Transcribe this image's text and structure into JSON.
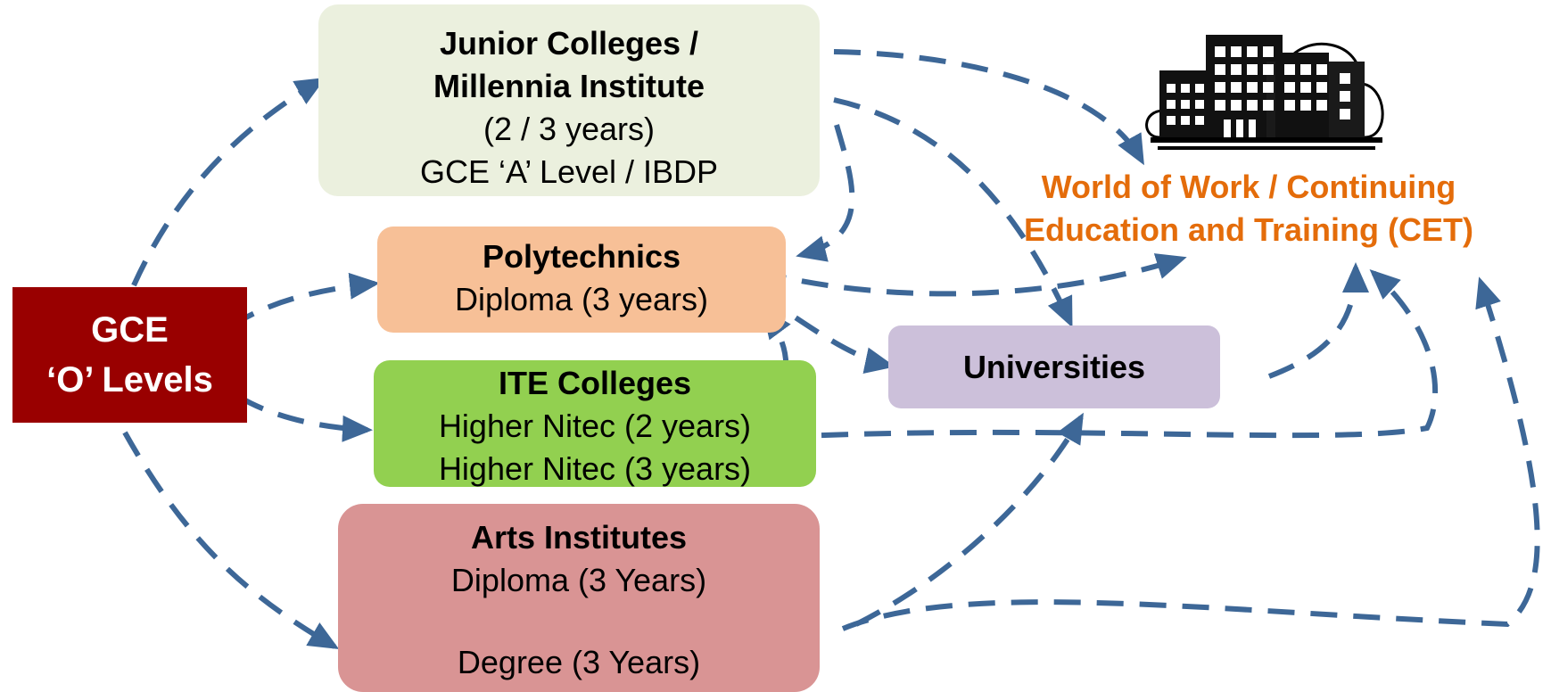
{
  "gce_o_levels": {
    "line1": "GCE",
    "line2": "‘O’ Levels"
  },
  "junior_colleges": {
    "title1": "Junior Colleges /",
    "title2": "Millennia Institute",
    "duration": "(2 / 3 years)",
    "qualification": "GCE ‘A’ Level / IBDP"
  },
  "polytechnics": {
    "title": "Polytechnics",
    "qualification": "Diploma (3 years)"
  },
  "ite_colleges": {
    "title": "ITE Colleges",
    "qualification1": "Higher Nitec (2 years)",
    "qualification2": "Higher Nitec (3 years)"
  },
  "arts_institutes": {
    "title": "Arts Institutes",
    "qualification1": "Diploma (3 Years)",
    "qualification2": "Degree (3 Years)"
  },
  "universities": {
    "title": "Universities"
  },
  "world_of_work": {
    "line1": "World of Work / Continuing",
    "line2": "Education and Training (CET)"
  },
  "icons": [
    "office-building-icon"
  ],
  "colors": {
    "gce_box": "#990000",
    "junior_colleges_box": "#ebf0de",
    "polytechnics_box": "#f7c097",
    "ite_box": "#92d050",
    "arts_box": "#d99494",
    "universities_box": "#ccc0da",
    "world_of_work_text": "#e46c0a",
    "arrows": "#3d6797"
  }
}
